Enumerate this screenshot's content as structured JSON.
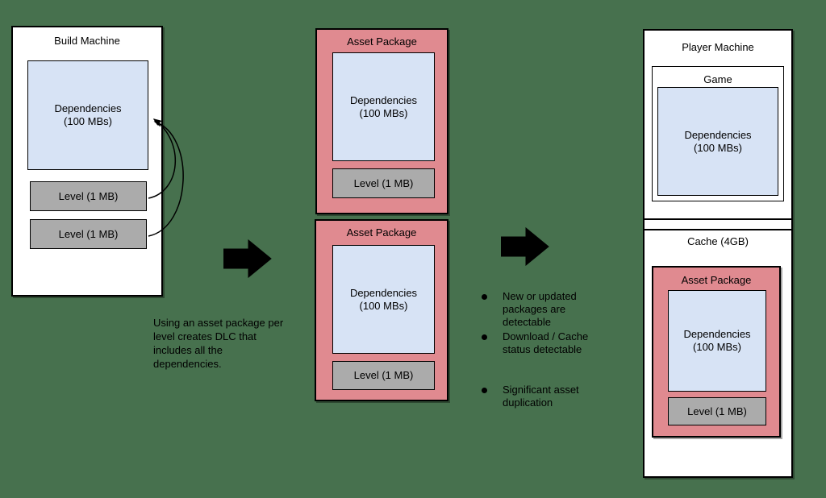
{
  "colors": {
    "background": "#47714E",
    "panel_fill": "#FFFFFF",
    "package_fill": "#E08A90",
    "dependencies_fill": "#D7E3F5",
    "level_fill": "#ABABAB",
    "border": "#000000",
    "arrow": "#000000"
  },
  "icons": {
    "flow_arrow": "block-arrow-right",
    "loop_arrow": "curved-arrow-to-dependencies",
    "bullet": "filled-circle"
  },
  "build_machine": {
    "title": "Build Machine",
    "dependencies": {
      "line1": "Dependencies",
      "line2": "(100 MBs)"
    },
    "levels": [
      "Level (1 MB)",
      "Level (1 MB)"
    ]
  },
  "asset_packages": [
    {
      "title": "Asset Package",
      "dependencies": {
        "line1": "Dependencies",
        "line2": "(100 MBs)"
      },
      "level": "Level (1 MB)"
    },
    {
      "title": "Asset Package",
      "dependencies": {
        "line1": "Dependencies",
        "line2": "(100 MBs)"
      },
      "level": "Level (1 MB)"
    }
  ],
  "annotation": {
    "text": "Using an asset package per level creates DLC that includes all the dependencies."
  },
  "bullets": {
    "items": [
      "New or updated packages are detectable",
      "Download / Cache status detectable",
      "Significant asset duplication"
    ]
  },
  "player_machine": {
    "title": "Player Machine",
    "game": {
      "title": "Game",
      "dependencies": {
        "line1": "Dependencies",
        "line2": "(100 MBs)"
      }
    },
    "cache": {
      "title": "Cache (4GB)",
      "package": {
        "title": "Asset Package",
        "dependencies": {
          "line1": "Dependencies",
          "line2": "(100 MBs)"
        },
        "level": "Level (1 MB)"
      }
    }
  }
}
